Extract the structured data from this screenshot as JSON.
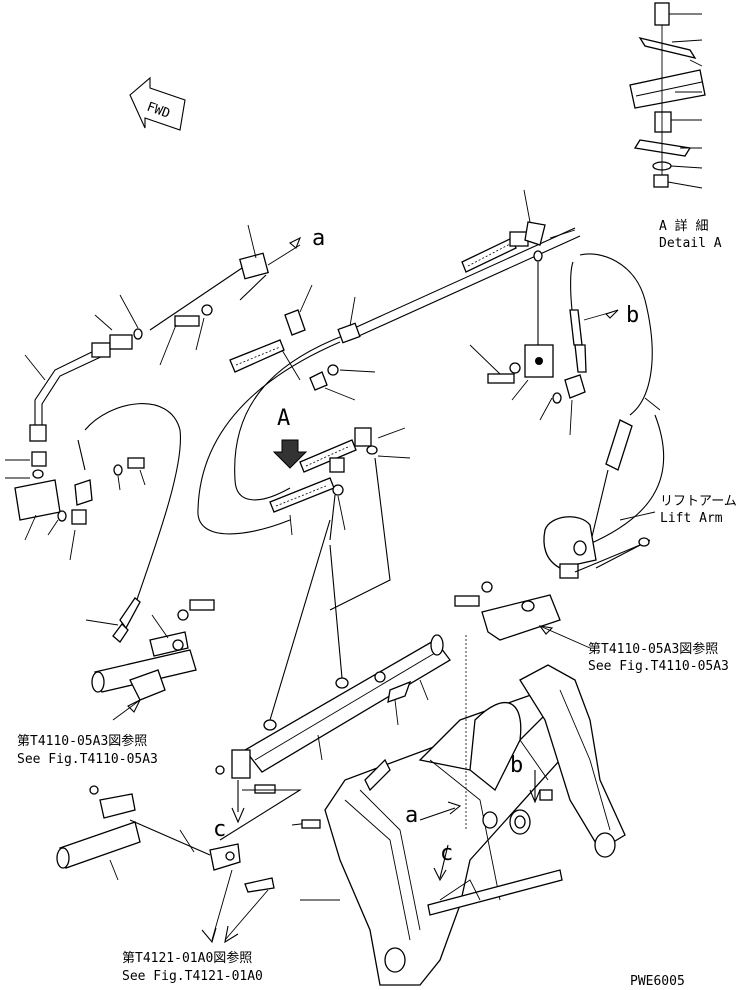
{
  "labels": {
    "fwd": "FWD",
    "detail_a_jp": "A 詳 細",
    "detail_a_en": "Detail A",
    "view_a": "A",
    "arrow_a_top": "a",
    "arrow_b_top": "b",
    "lift_arm_jp": "リフトアーム",
    "lift_arm_en": "Lift Arm",
    "ref_right_jp": "第T4110-05A3図参照",
    "ref_right_en": "See Fig.T4110-05A3",
    "ref_left_jp": "第T4110-05A3図参照",
    "ref_left_en": "See Fig.T4110-05A3",
    "ref_bottom_jp": "第T4121-01A0図参照",
    "ref_bottom_en": "See Fig.T4121-01A0",
    "arrow_c_left": "c",
    "arrow_a_bottom": "a",
    "arrow_b_bottom": "b",
    "arrow_c_bottom": "c",
    "drawing_code": "PWE6005"
  }
}
